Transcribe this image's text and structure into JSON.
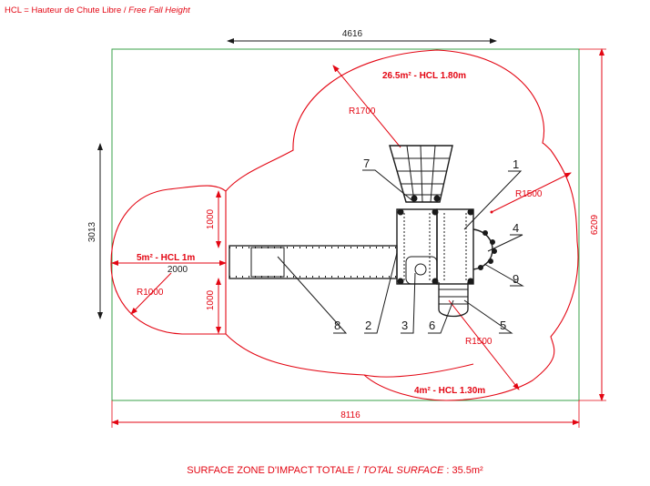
{
  "legend": {
    "prefix": "HCL = Hauteur de Chute Libre",
    "separator": " / ",
    "english": "Free Fall Height"
  },
  "dimensions": {
    "top_width": "4616",
    "total_width": "8116",
    "total_height": "6209",
    "left_height": "3013",
    "arm_upper": "1000",
    "arm_lower": "1000",
    "arm_length": "2000"
  },
  "radii": {
    "top": "R1700",
    "left": "R1000",
    "right_upper": "R1500",
    "right_lower": "R1500"
  },
  "zones": {
    "top": "26.5m² - HCL 1.80m",
    "left": "5m² - HCL 1m",
    "bottom": "4m² - HCL 1.30m"
  },
  "callouts": [
    "1",
    "2",
    "3",
    "4",
    "5",
    "6",
    "7",
    "8",
    "9"
  ],
  "footer": {
    "label_fr": "SURFACE ZONE D'IMPACT TOTALE",
    "separator": " / ",
    "label_en": "TOTAL SURFACE",
    "colon": " : ",
    "value": "35.5m²"
  },
  "colors": {
    "zone_outline": "#e30613",
    "boundary": "#3aa14a",
    "structure": "#1a1a1a"
  }
}
